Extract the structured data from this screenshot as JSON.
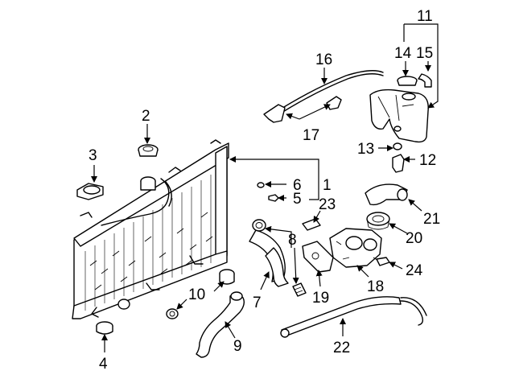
{
  "diagram": {
    "title": "Cooling system exploded parts view",
    "callouts": [
      "1",
      "2",
      "3",
      "4",
      "5",
      "6",
      "7",
      "8",
      "9",
      "10",
      "11",
      "12",
      "13",
      "14",
      "15",
      "16",
      "17",
      "18",
      "19",
      "20",
      "21",
      "22",
      "23",
      "24"
    ],
    "labels": {
      "n1": "1",
      "n2": "2",
      "n3": "3",
      "n4": "4",
      "n5": "5",
      "n6": "6",
      "n7": "7",
      "n8": "8",
      "n9": "9",
      "n10": "10",
      "n11": "11",
      "n12": "12",
      "n13": "13",
      "n14": "14",
      "n15": "15",
      "n16": "16",
      "n17": "17",
      "n18": "18",
      "n19": "19",
      "n20": "20",
      "n21": "21",
      "n22": "22",
      "n23": "23",
      "n24": "24"
    }
  }
}
